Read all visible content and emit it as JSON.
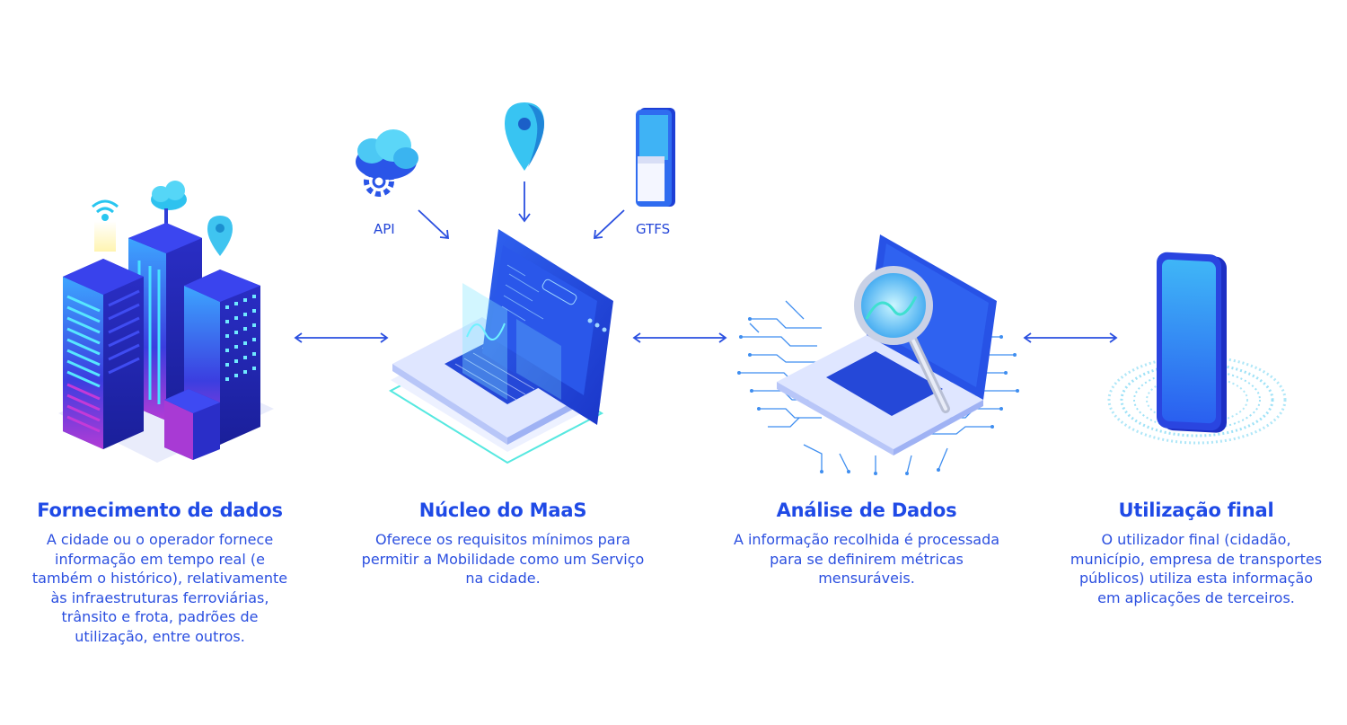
{
  "inputs": {
    "api_label": "API",
    "gtfs_label": "GTFS"
  },
  "sections": [
    {
      "title": "Fornecimento de dados",
      "lines": [
        "A cidade ou o operador fornece",
        "informação em tempo real (e",
        "também o histórico), relativamente",
        "às infraestruturas ferroviárias,",
        "trânsito e frota, padrões de",
        "utilização, entre outros."
      ]
    },
    {
      "title": "Núcleo do MaaS",
      "lines": [
        "Oferece os requisitos mínimos para",
        "permitir a Mobilidade como um Serviço",
        "na cidade."
      ]
    },
    {
      "title": "Análise de Dados",
      "lines": [
        "A informação recolhida é processada",
        "para se definirem métricas",
        "mensuráveis."
      ]
    },
    {
      "title": "Utilização final",
      "lines": [
        "O utilizador final (cidadão,",
        "município, empresa de transportes",
        "públicos) utiliza esta informação",
        "em aplicações de terceiros."
      ]
    }
  ],
  "colors": {
    "primary": "#1f4ae6",
    "arrow": "#2a4fe0",
    "building": "#2a2fd0",
    "cyan": "#29c6f0",
    "magenta": "#c23bd8"
  }
}
